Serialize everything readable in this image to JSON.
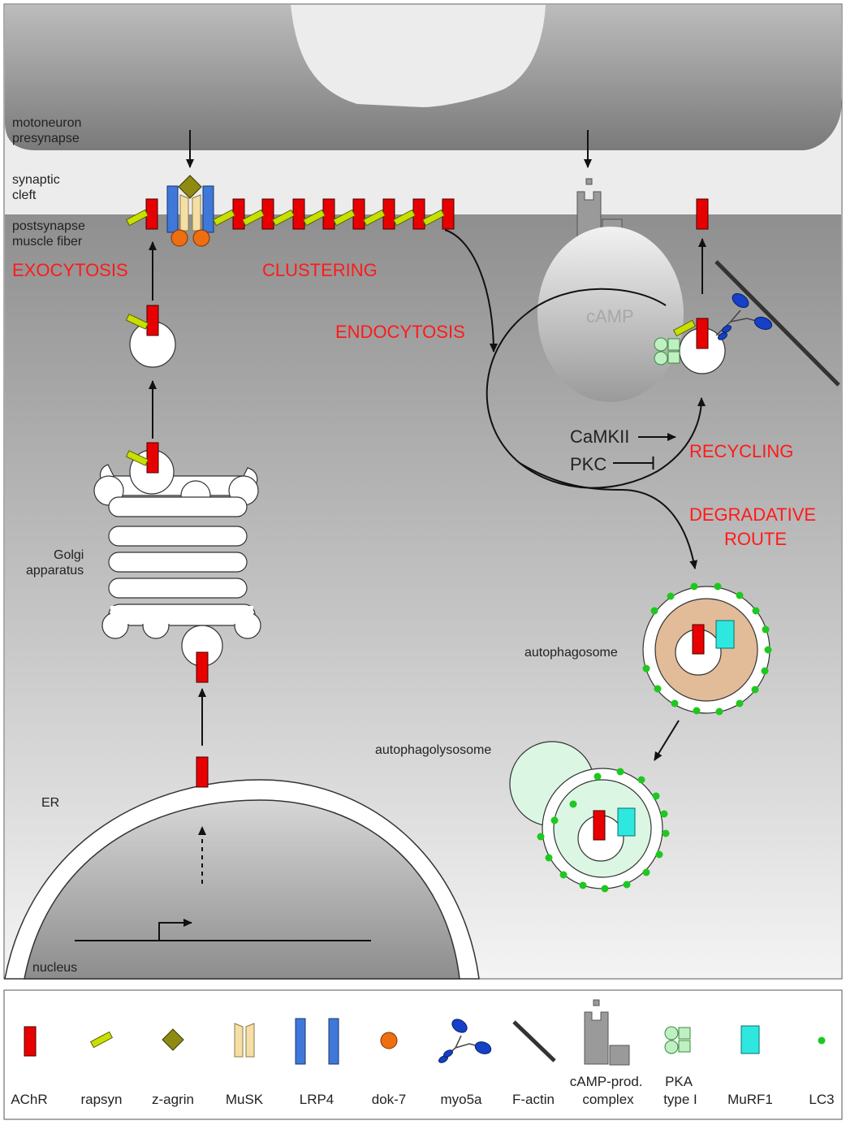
{
  "regions": {
    "presynapse": "motoneuron presynapse",
    "cleft": "synaptic cleft",
    "postsynapse": "postsynapse muscle fiber"
  },
  "processes": {
    "exocytosis": "EXOCYTOSIS",
    "clustering": "CLUSTERING",
    "endocytosis": "ENDOCYTOSIS",
    "recycling": "RECYCLING",
    "degradative": "DEGRADATIVE ROUTE"
  },
  "organelles": {
    "golgi": "Golgi apparatus",
    "er": "ER",
    "nucleus": "nucleus",
    "autophagosome": "autophagosome",
    "autophagolysosome": "autophagolysosome",
    "camp": "cAMP"
  },
  "kinases": {
    "camkii": "CaMKII",
    "pkc": "PKC"
  },
  "legend": [
    {
      "key": "achr",
      "label": "AChR",
      "color": "#e80000"
    },
    {
      "key": "rapsyn",
      "label": "rapsyn",
      "color": "#c8e000"
    },
    {
      "key": "zagrin",
      "label": "z-agrin",
      "color": "#8f8a12"
    },
    {
      "key": "musk",
      "label": "MuSK",
      "color": "#f5dfa5"
    },
    {
      "key": "lrp4",
      "label": "LRP4",
      "color": "#3f78d8"
    },
    {
      "key": "dok7",
      "label": "dok-7",
      "color": "#ee6e12"
    },
    {
      "key": "myo5a",
      "label": "myo5a",
      "color": "#1540c8"
    },
    {
      "key": "factin",
      "label": "F-actin",
      "color": "#333333"
    },
    {
      "key": "camp",
      "label": "cAMP-prod. complex",
      "color": "#9a9a9a"
    },
    {
      "key": "pka",
      "label": "PKA type I",
      "color": "#bff0c2"
    },
    {
      "key": "murf1",
      "label": "MuRF1",
      "color": "#2ee8e0"
    },
    {
      "key": "lc3",
      "label": "LC3",
      "color": "#1ec81e"
    }
  ]
}
